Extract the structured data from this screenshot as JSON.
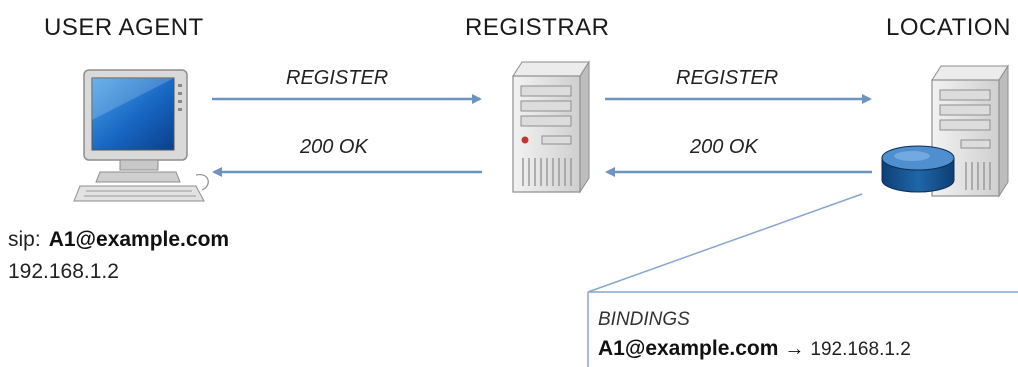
{
  "nodes": {
    "user_agent": "USER AGENT",
    "registrar": "REGISTRAR",
    "location": "LOCATION"
  },
  "messages": {
    "register_1": "REGISTER",
    "ok_1": "200 OK",
    "register_2": "REGISTER",
    "ok_2": "200 OK"
  },
  "user_agent": {
    "sip_prefix": "sip:",
    "address": "A1@example.com",
    "ip": "192.168.1.2"
  },
  "bindings": {
    "title": "BINDINGS",
    "address": "A1@example.com",
    "arrow": "→",
    "ip": "192.168.1.2"
  },
  "colors": {
    "arrow": "#6f93bf",
    "callout_line": "#8aa6cf",
    "database": "#1e5f9a"
  }
}
